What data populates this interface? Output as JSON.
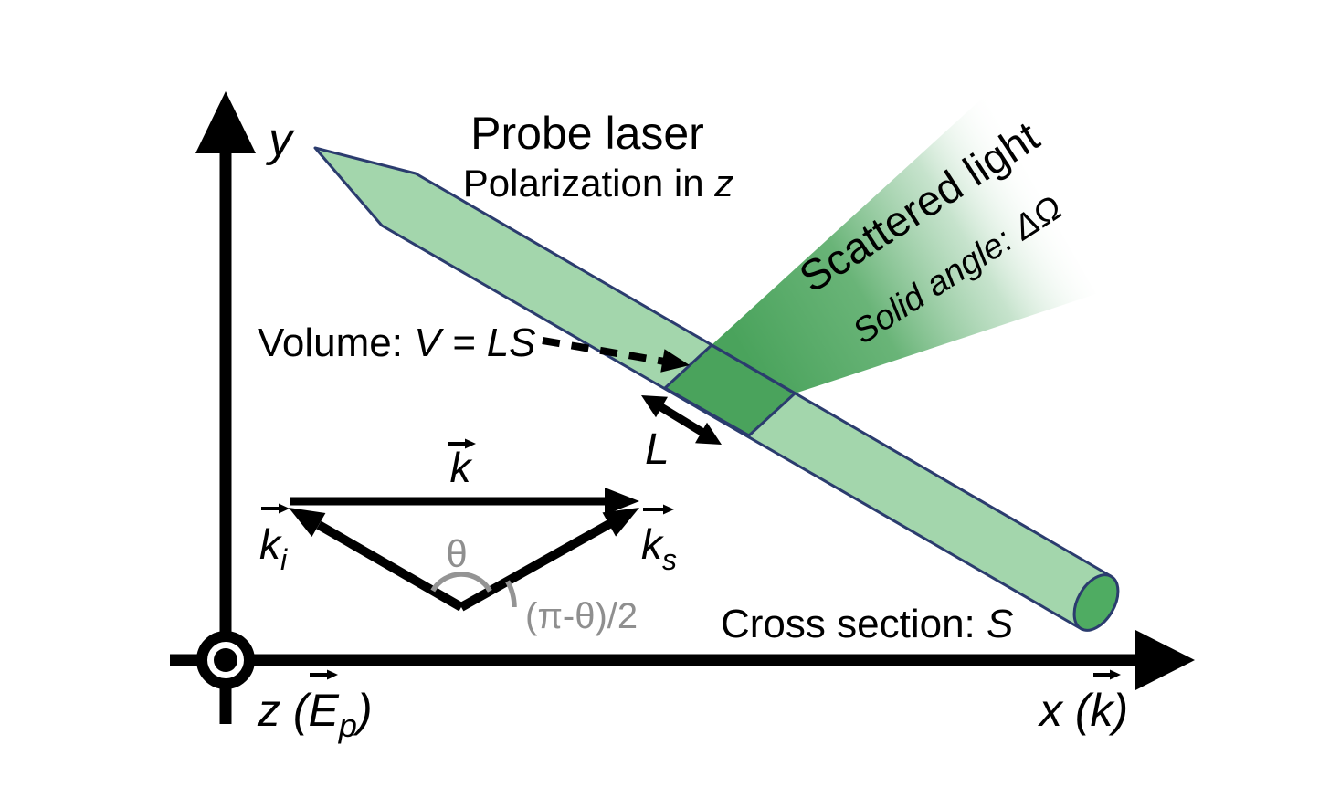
{
  "diagram": {
    "axes": {
      "y_label": "y",
      "x_label": "x (k)",
      "z_prefix": "z (E",
      "z_sub": "p",
      "z_suffix": ")"
    },
    "probe_laser": {
      "title": "Probe laser",
      "subtitle_prefix": "Polarization in ",
      "subtitle_var": "z"
    },
    "scattered_light": {
      "line1": "Scattered light",
      "line2": "Solid angle: ΔΩ"
    },
    "volume": {
      "prefix": "Volume: ",
      "formula": "V = LS"
    },
    "length_label": "L",
    "cross_section": {
      "prefix": "Cross section: ",
      "var": "S"
    },
    "wave_vectors": {
      "k": "k",
      "ki_main": "k",
      "ki_sub": "i",
      "ks_main": "k",
      "ks_sub": "s"
    },
    "angles": {
      "theta": "θ",
      "half_angle": "(π-θ)/2"
    }
  },
  "colors": {
    "beam": "#a3d6ac",
    "volume": "#4aa35c",
    "end_cap": "#4fac62",
    "outline": "#2b3c6e",
    "angle_gray": "#8f8f8f",
    "text": "#000000"
  }
}
